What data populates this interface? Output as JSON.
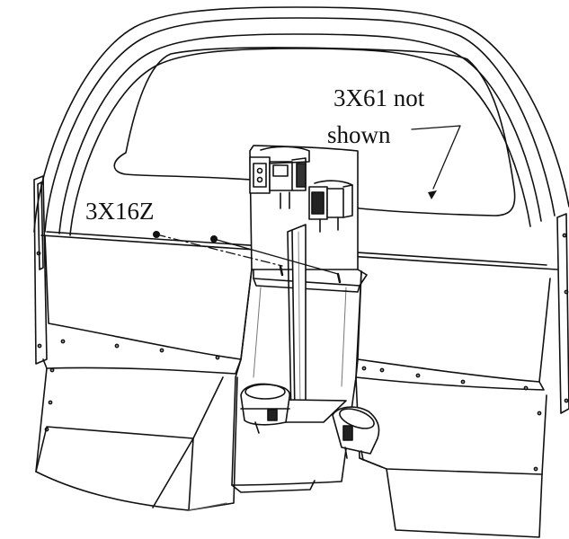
{
  "callouts": {
    "not_shown_line1": "3X61 not",
    "not_shown_line2": "shown",
    "part_label": "3X16Z"
  },
  "colors": {
    "line": "#111111",
    "fill": "#ffffff",
    "shade": "#e6e6e6",
    "dark": "#222222"
  }
}
